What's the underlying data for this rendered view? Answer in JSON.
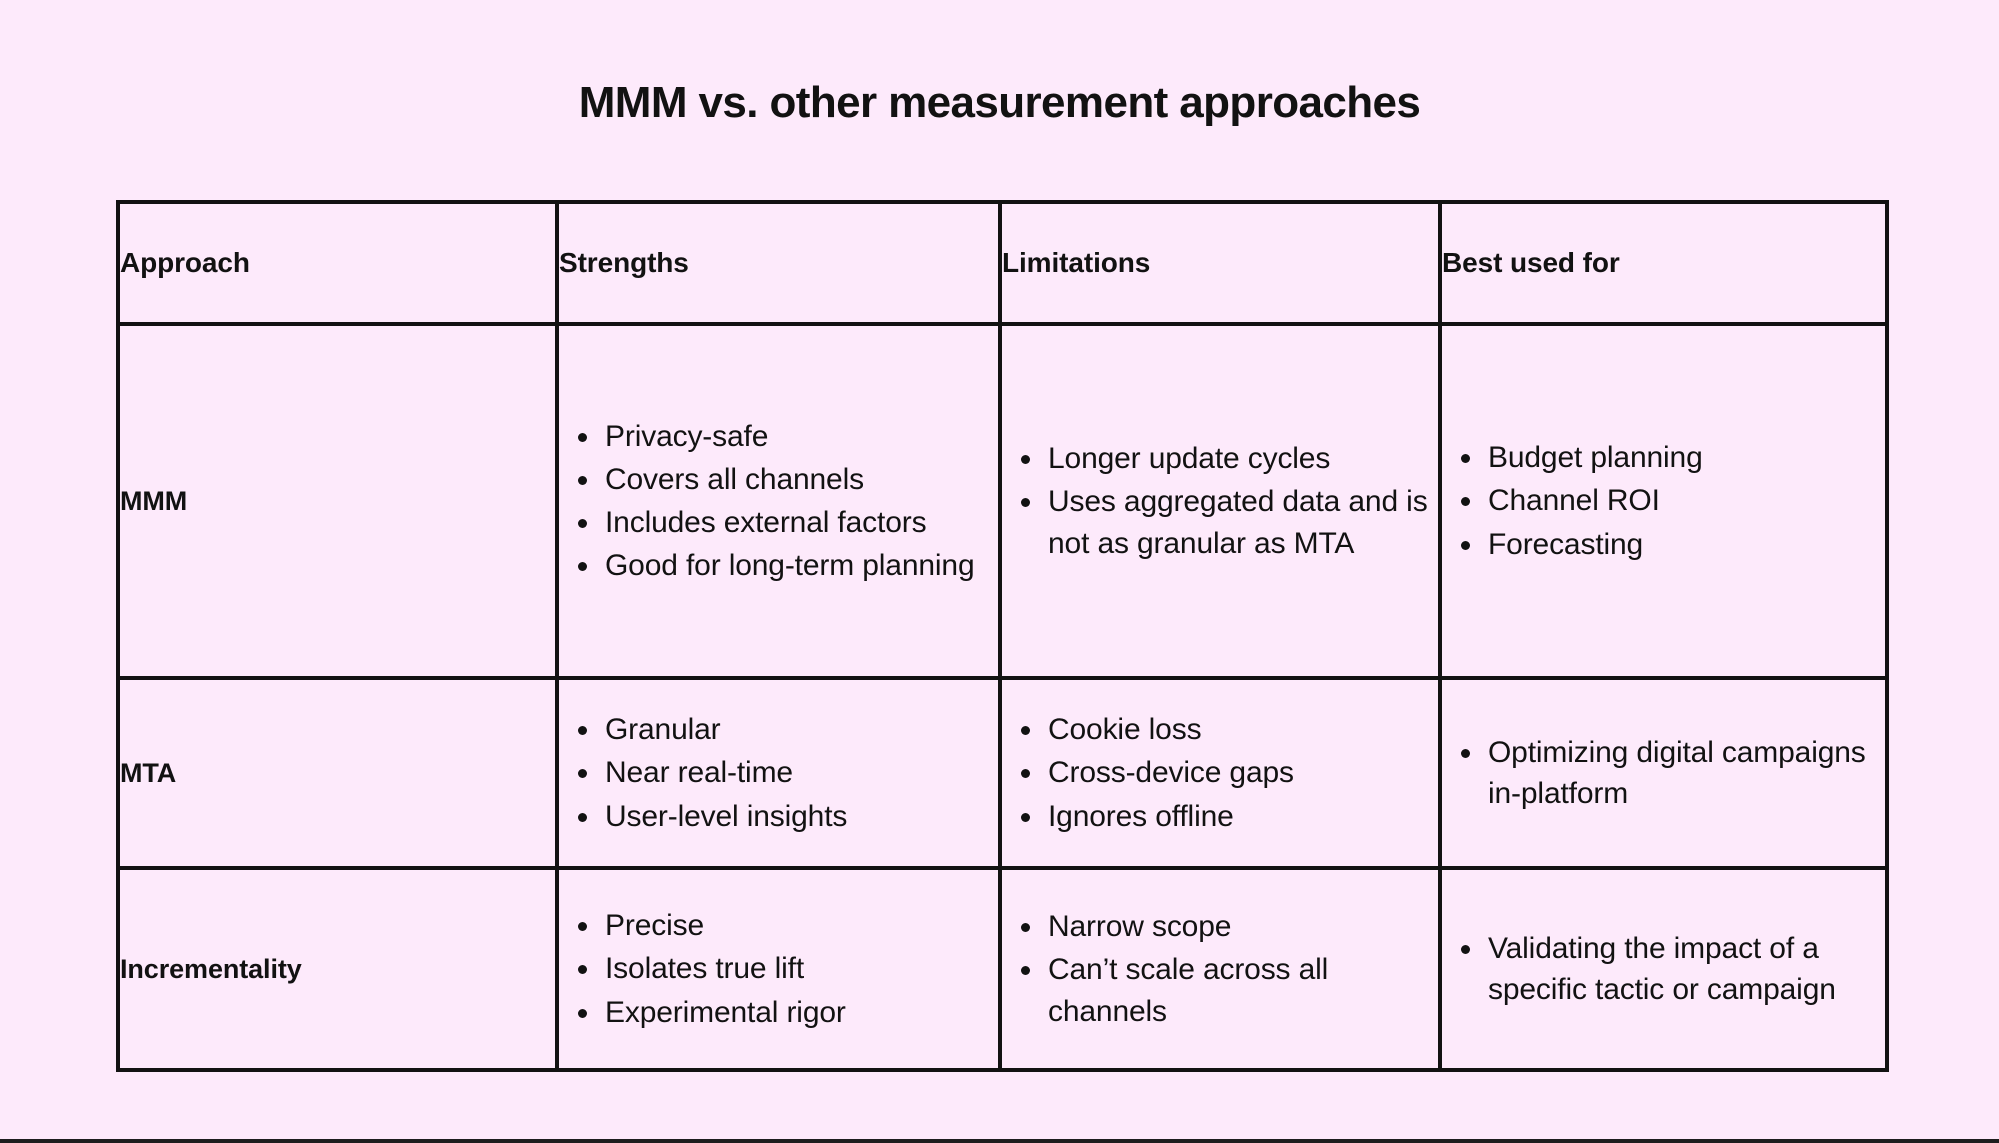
{
  "title": "MMM vs. other measurement approaches",
  "colors": {
    "page_background": "#fdeafb",
    "header_row": "#e87ed1",
    "cell_background": "#fdeafb",
    "border": "#121212",
    "text": "#121212"
  },
  "table": {
    "headers": [
      "Approach",
      "Strengths",
      "Limitations",
      "Best used for"
    ],
    "rows": [
      {
        "approach": "MMM",
        "strengths": [
          "Privacy-safe",
          "Covers all channels",
          "Includes external factors",
          "Good for long-term planning"
        ],
        "limitations": [
          "Longer update cycles",
          "Uses aggregated data and is not as granular as MTA"
        ],
        "best_used_for": [
          "Budget planning",
          "Channel ROI",
          "Forecasting"
        ]
      },
      {
        "approach": "MTA",
        "strengths": [
          "Granular",
          "Near real-time",
          "User-level insights"
        ],
        "limitations": [
          "Cookie loss",
          "Cross-device gaps",
          "Ignores offline"
        ],
        "best_used_for": [
          "Optimizing digital campaigns in-platform"
        ]
      },
      {
        "approach": "Incrementality",
        "strengths": [
          "Precise",
          "Isolates true lift",
          "Experimental rigor"
        ],
        "limitations": [
          "Narrow scope",
          "Can’t scale across all channels"
        ],
        "best_used_for": [
          "Validating the impact of a specific tactic or campaign"
        ]
      }
    ]
  }
}
